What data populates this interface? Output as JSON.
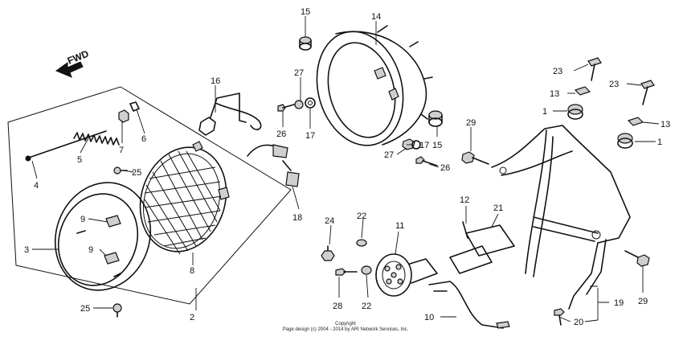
{
  "fwd_label": "FWD",
  "copyright": {
    "line1": "Copyright",
    "line2": "Page design (c) 2004 - 2014 by ARI Network Services, Inc."
  },
  "callouts": [
    "1",
    "1",
    "2",
    "3",
    "4",
    "5",
    "6",
    "7",
    "8",
    "9",
    "9",
    "10",
    "11",
    "12",
    "13",
    "13",
    "14",
    "15",
    "15",
    "16",
    "17",
    "17",
    "18",
    "19",
    "20",
    "21",
    "22",
    "22",
    "23",
    "23",
    "24",
    "25",
    "25",
    "26",
    "26",
    "27",
    "27",
    "28",
    "29",
    "29"
  ]
}
